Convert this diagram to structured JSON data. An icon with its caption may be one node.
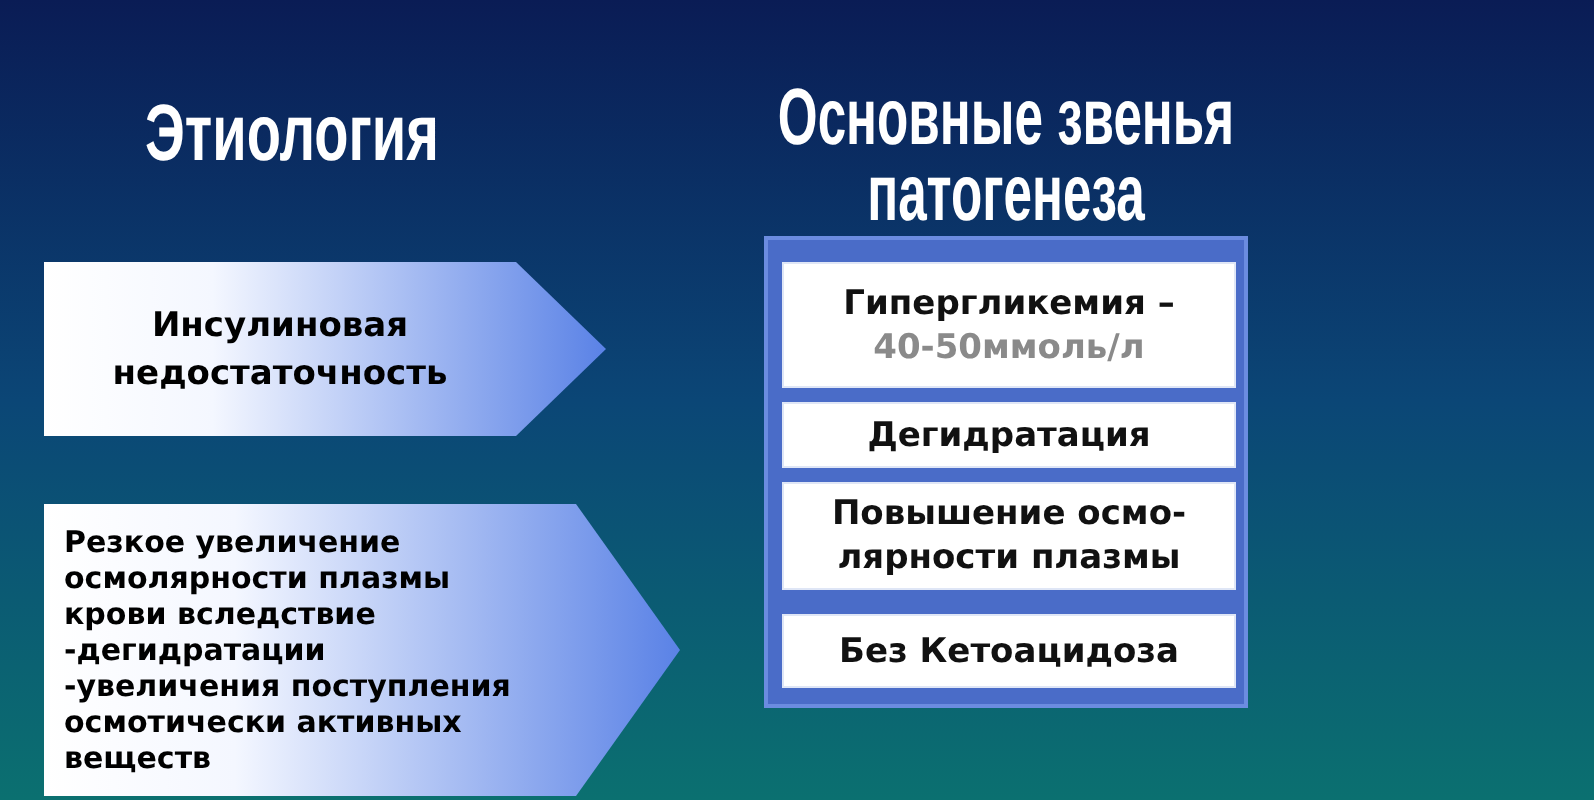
{
  "diagram": {
    "nodes": [
      {
        "text": [
          "Инсулиновая недостаточность"
        ]
      },
      {
        "text": [
          "Резкое увеличение осмолярности плазмы крови вследствие",
          "-дегидратации",
          "-увеличения поступления осмотически активных веществ"
        ]
      },
      {
        "text": [
          "Основные звенья патогенеза"
        ]
      },
      {
        "text": [
          "Гипергликемия –",
          "40-50ммоль/л"
        ],
        "in": 2
      },
      {
        "text": [
          "Дегидратация"
        ],
        "in": 2
      },
      {
        "text": [
          "Повышение осмо-лярности плазмы"
        ],
        "in": 2
      },
      {
        "text": [
          "Без Кетоацидоза"
        ],
        "in": 2
      }
    ],
    "labels": [
      "Этиология"
    ]
  }
}
